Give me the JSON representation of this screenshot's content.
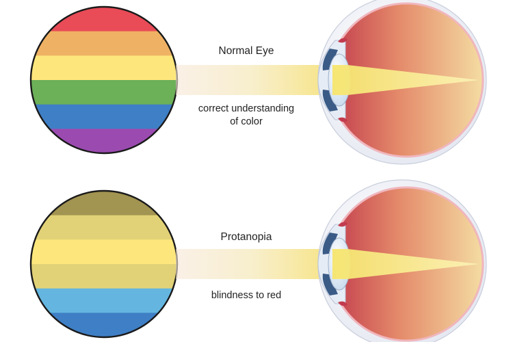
{
  "diagram": {
    "panels": [
      {
        "id": "normal",
        "title": "Normal Eye",
        "caption_line1": "correct understanding",
        "caption_line2": "of color",
        "stripe_colors": [
          "#e94b57",
          "#efb264",
          "#fde77d",
          "#6cb058",
          "#3f7fc5",
          "#9b4bb0"
        ]
      },
      {
        "id": "protanopia",
        "title": "Protanopia",
        "caption_line1": "blindness to red",
        "caption_line2": "",
        "stripe_colors": [
          "#a29451",
          "#e2d277",
          "#fde77d",
          "#e2d277",
          "#64b6e0",
          "#3f7fc5"
        ]
      }
    ],
    "colors": {
      "outline": "#1a1a1a",
      "light_beam": "#f7e66e",
      "eye_interior_inner": "#c64050",
      "eye_interior_outer": "#f3d9a0",
      "sclera": "#eef0f6",
      "iris": "#3a5b86",
      "lens": "#dbe9f7"
    }
  }
}
